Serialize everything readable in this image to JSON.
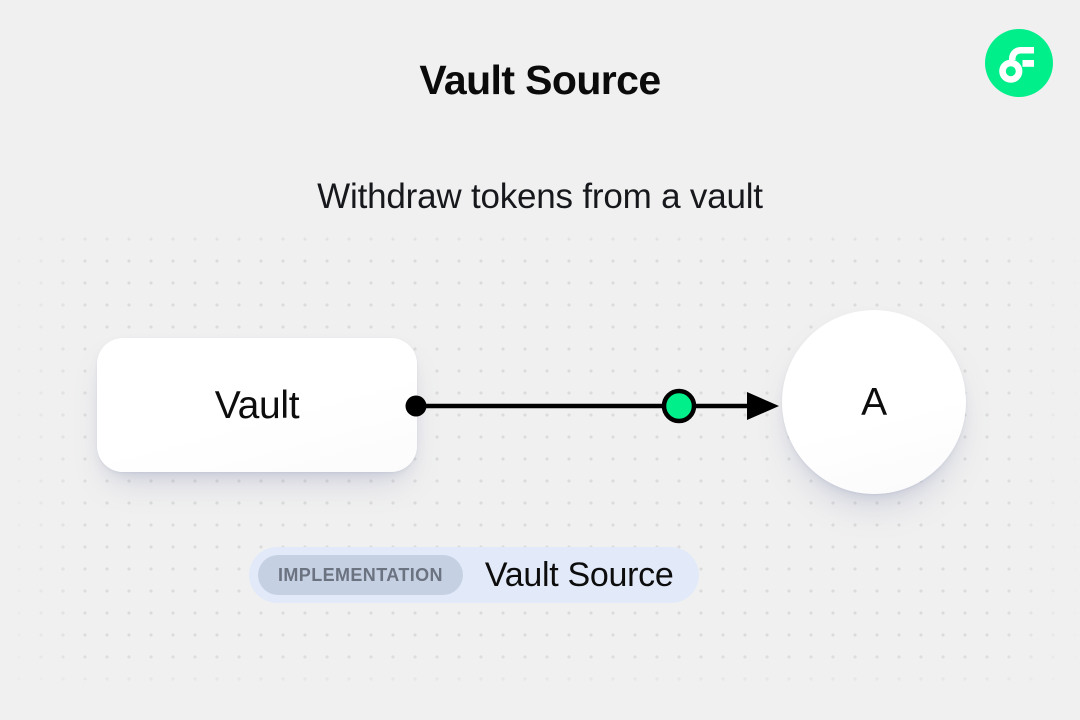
{
  "header": {
    "title": "Vault Source",
    "subtitle": "Withdraw tokens from a vault"
  },
  "brand": {
    "logo_icon": "flow-logo-icon",
    "logo_bg_color": "#00ef8b",
    "logo_mark_color": "#ffffff"
  },
  "diagram": {
    "nodes": [
      {
        "id": "vault",
        "label": "Vault",
        "shape": "rounded-rect"
      },
      {
        "id": "a",
        "label": "A",
        "shape": "circle"
      }
    ],
    "edge": {
      "source_handle_icon": "source-handle-dot",
      "source_handle_color": "#000000",
      "midpoint_handle_icon": "edge-midpoint-dot",
      "midpoint_handle_color": "#00ef8b",
      "arrow_icon": "arrowhead-icon",
      "line_color": "#000000"
    }
  },
  "footer_badge": {
    "chip_label": "IMPLEMENTATION",
    "name": "Vault Source",
    "chip_bg_color": "#c5d1e3",
    "badge_bg_color": "#e2eaf9"
  },
  "canvas": {
    "background_color": "#f0f0f0",
    "dot_color": "#dbdbdb"
  }
}
